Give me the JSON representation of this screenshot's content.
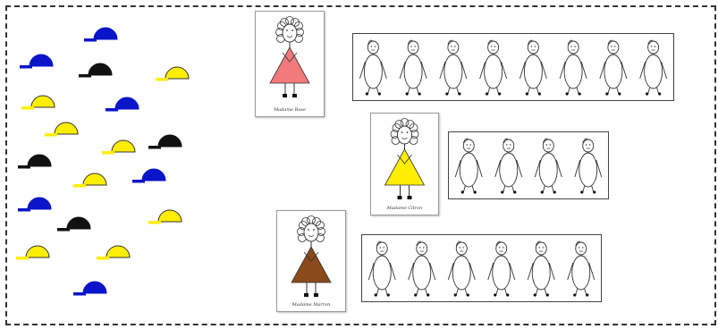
{
  "caps": {
    "colors": {
      "blue": "#0a14c8",
      "black": "#111111",
      "yellow": "#ffee00"
    },
    "items": [
      {
        "color": "blue"
      },
      {
        "color": "blue"
      },
      {
        "color": "black"
      },
      {
        "color": "yellow"
      },
      {
        "color": "yellow"
      },
      {
        "color": "blue"
      },
      {
        "color": "yellow"
      },
      {
        "color": "black"
      },
      {
        "color": "yellow"
      },
      {
        "color": "black"
      },
      {
        "color": "yellow"
      },
      {
        "color": "blue"
      },
      {
        "color": "blue"
      },
      {
        "color": "yellow"
      },
      {
        "color": "black"
      },
      {
        "color": "yellow"
      },
      {
        "color": "yellow"
      },
      {
        "color": "blue"
      }
    ]
  },
  "groups": [
    {
      "name": "Madame Rose",
      "dress_color": "#f27a7a",
      "children_count": 8
    },
    {
      "name": "Madame Citron",
      "dress_color": "#ffee00",
      "children_count": 4
    },
    {
      "name": "Madame Marron",
      "dress_color": "#8a4a1a",
      "children_count": 6
    }
  ]
}
